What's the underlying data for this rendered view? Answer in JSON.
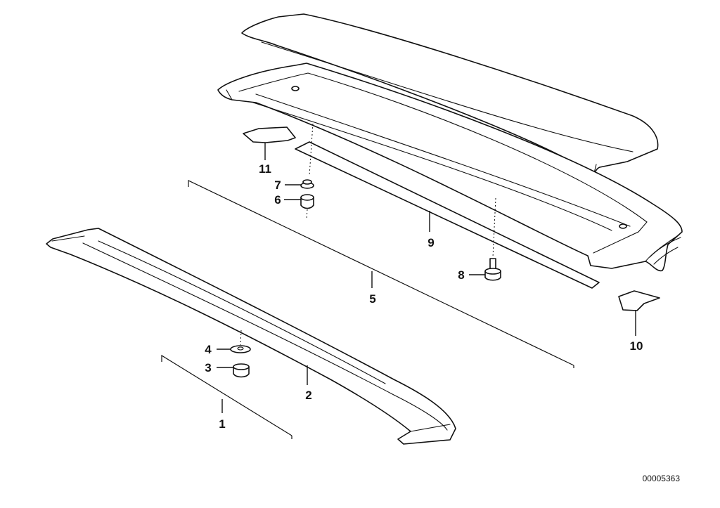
{
  "diagram": {
    "callouts": {
      "c1": "1",
      "c2": "2",
      "c3": "3",
      "c4": "4",
      "c5": "5",
      "c6": "6",
      "c7": "7",
      "c8": "8",
      "c9": "9",
      "c10": "10",
      "c11": "11"
    },
    "drawing_number": "00005363"
  }
}
